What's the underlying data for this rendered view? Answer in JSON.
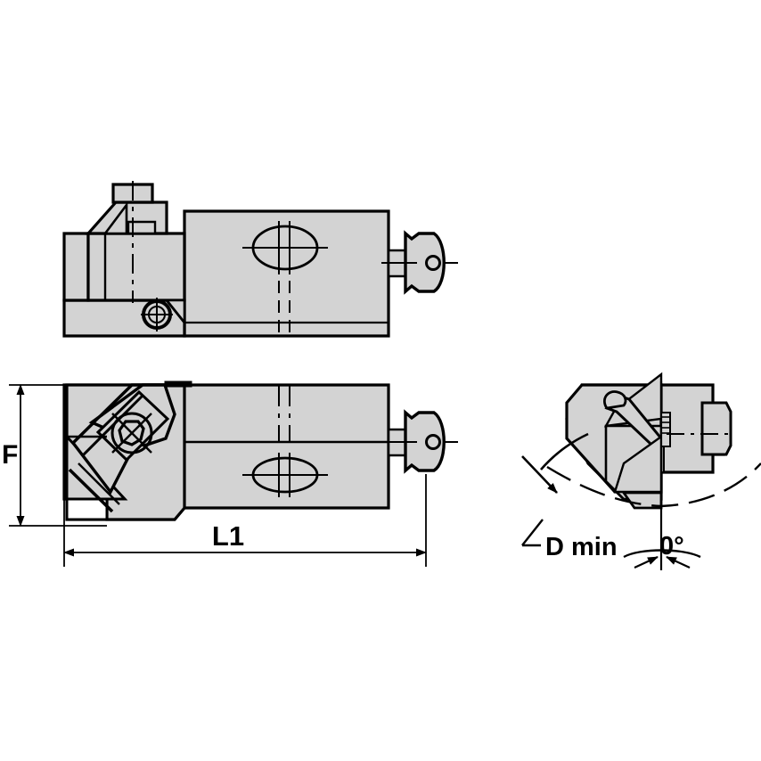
{
  "drawing": {
    "title": "Tool holder cartridge technical drawing",
    "background_color": "#ffffff",
    "body_fill": "#d3d3d3",
    "line_color": "#000000",
    "views": [
      {
        "name": "top-view",
        "label": ""
      },
      {
        "name": "side-view",
        "label": ""
      },
      {
        "name": "end-view",
        "label": ""
      }
    ],
    "dimensions": {
      "height_label": "F",
      "length_label": "L1",
      "min_bore_label": "D min",
      "angle_label": "0°"
    }
  }
}
